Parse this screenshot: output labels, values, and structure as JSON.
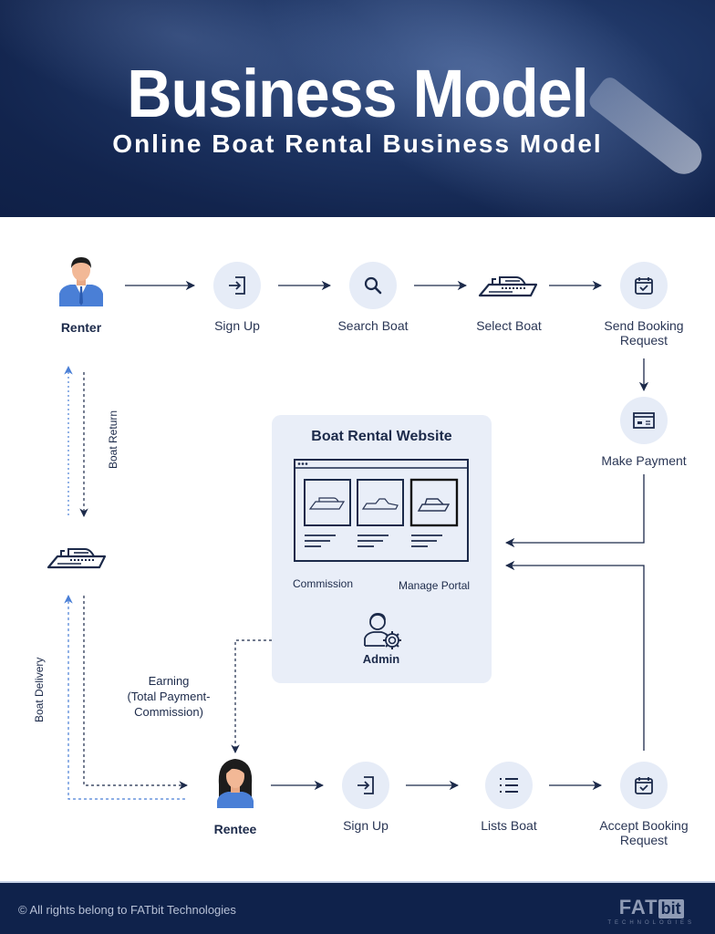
{
  "header": {
    "title": "Business Model",
    "subtitle": "Online Boat Rental Business Model"
  },
  "renter_flow": [
    {
      "id": "renter",
      "label": "Renter",
      "icon": "man-avatar-icon"
    },
    {
      "id": "sign-up",
      "label": "Sign Up",
      "icon": "sign-in-icon"
    },
    {
      "id": "search-boat",
      "label": "Search Boat",
      "icon": "search-icon"
    },
    {
      "id": "select-boat",
      "label": "Select Boat",
      "icon": "yacht-icon"
    },
    {
      "id": "send-booking-request",
      "label": "Send Booking Request",
      "icon": "calendar-check-icon"
    },
    {
      "id": "make-payment",
      "label": "Make Payment",
      "icon": "credit-card-icon"
    }
  ],
  "rentee_flow": [
    {
      "id": "rentee",
      "label": "Rentee",
      "icon": "woman-avatar-icon"
    },
    {
      "id": "sign-up",
      "label": "Sign Up",
      "icon": "sign-in-icon"
    },
    {
      "id": "lists-boat",
      "label": "Lists Boat",
      "icon": "list-icon"
    },
    {
      "id": "accept-booking-request",
      "label": "Accept Booking Request",
      "icon": "calendar-check-icon"
    }
  ],
  "website": {
    "title": "Boat Rental Website",
    "commission_label": "Commission",
    "manage_portal_label": "Manage Portal",
    "admin_label": "Admin"
  },
  "side_flows": {
    "boat_return": "Boat Return",
    "boat_delivery": "Boat Delivery",
    "earning_line1": "Earning",
    "earning_line2": "(Total Payment-",
    "earning_line3": "Commission)"
  },
  "colors": {
    "navy": "#1c2a4a",
    "accent_blue": "#4a7fd6",
    "circle_bg": "#e6ecf7",
    "panel_bg": "#e9eef8",
    "footer_bg": "#0f224b"
  },
  "footer": {
    "copyright": "© All rights belong to FATbit Technologies",
    "logo_main": "FAT",
    "logo_bit": "bit",
    "logo_sub": "TECHNOLOGIES"
  }
}
